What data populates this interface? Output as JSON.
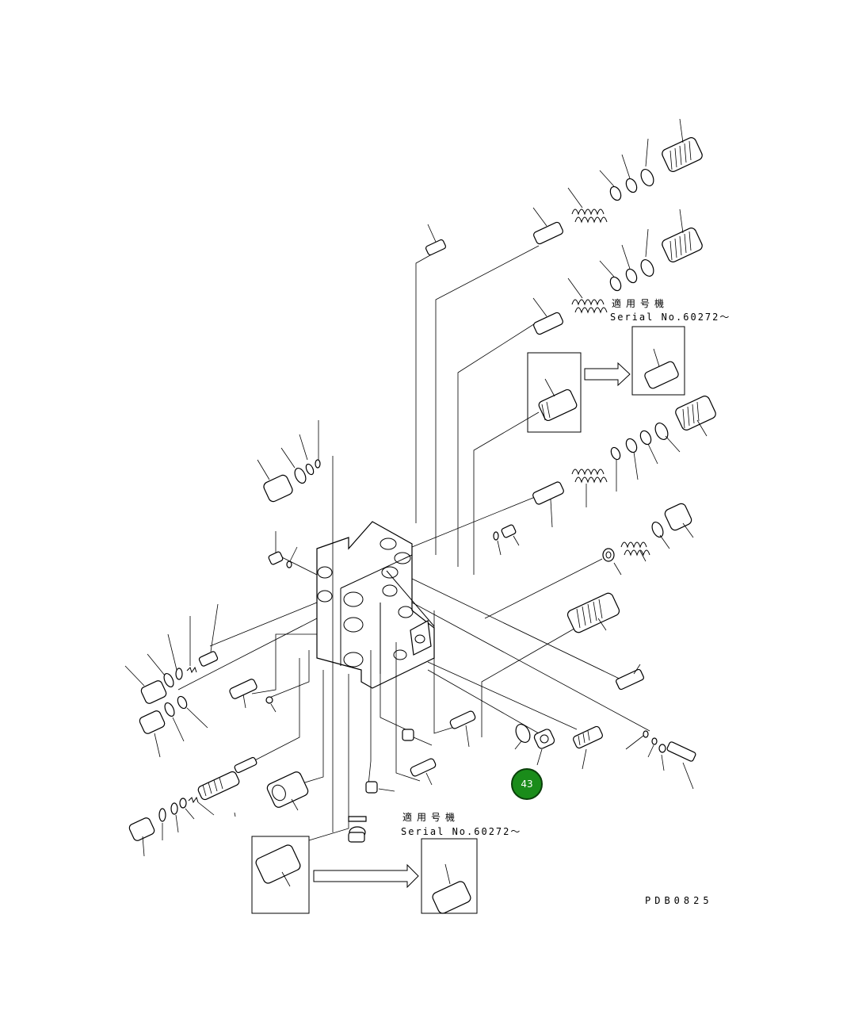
{
  "notes": {
    "top_jp": "適用号機",
    "top_serial": "Serial No.60272～",
    "bottom_jp": "適用号機",
    "bottom_serial": "Serial No.60272～"
  },
  "drawing_code": "PDB0825",
  "callout": {
    "label": "43",
    "color": "#1a8c1a"
  }
}
